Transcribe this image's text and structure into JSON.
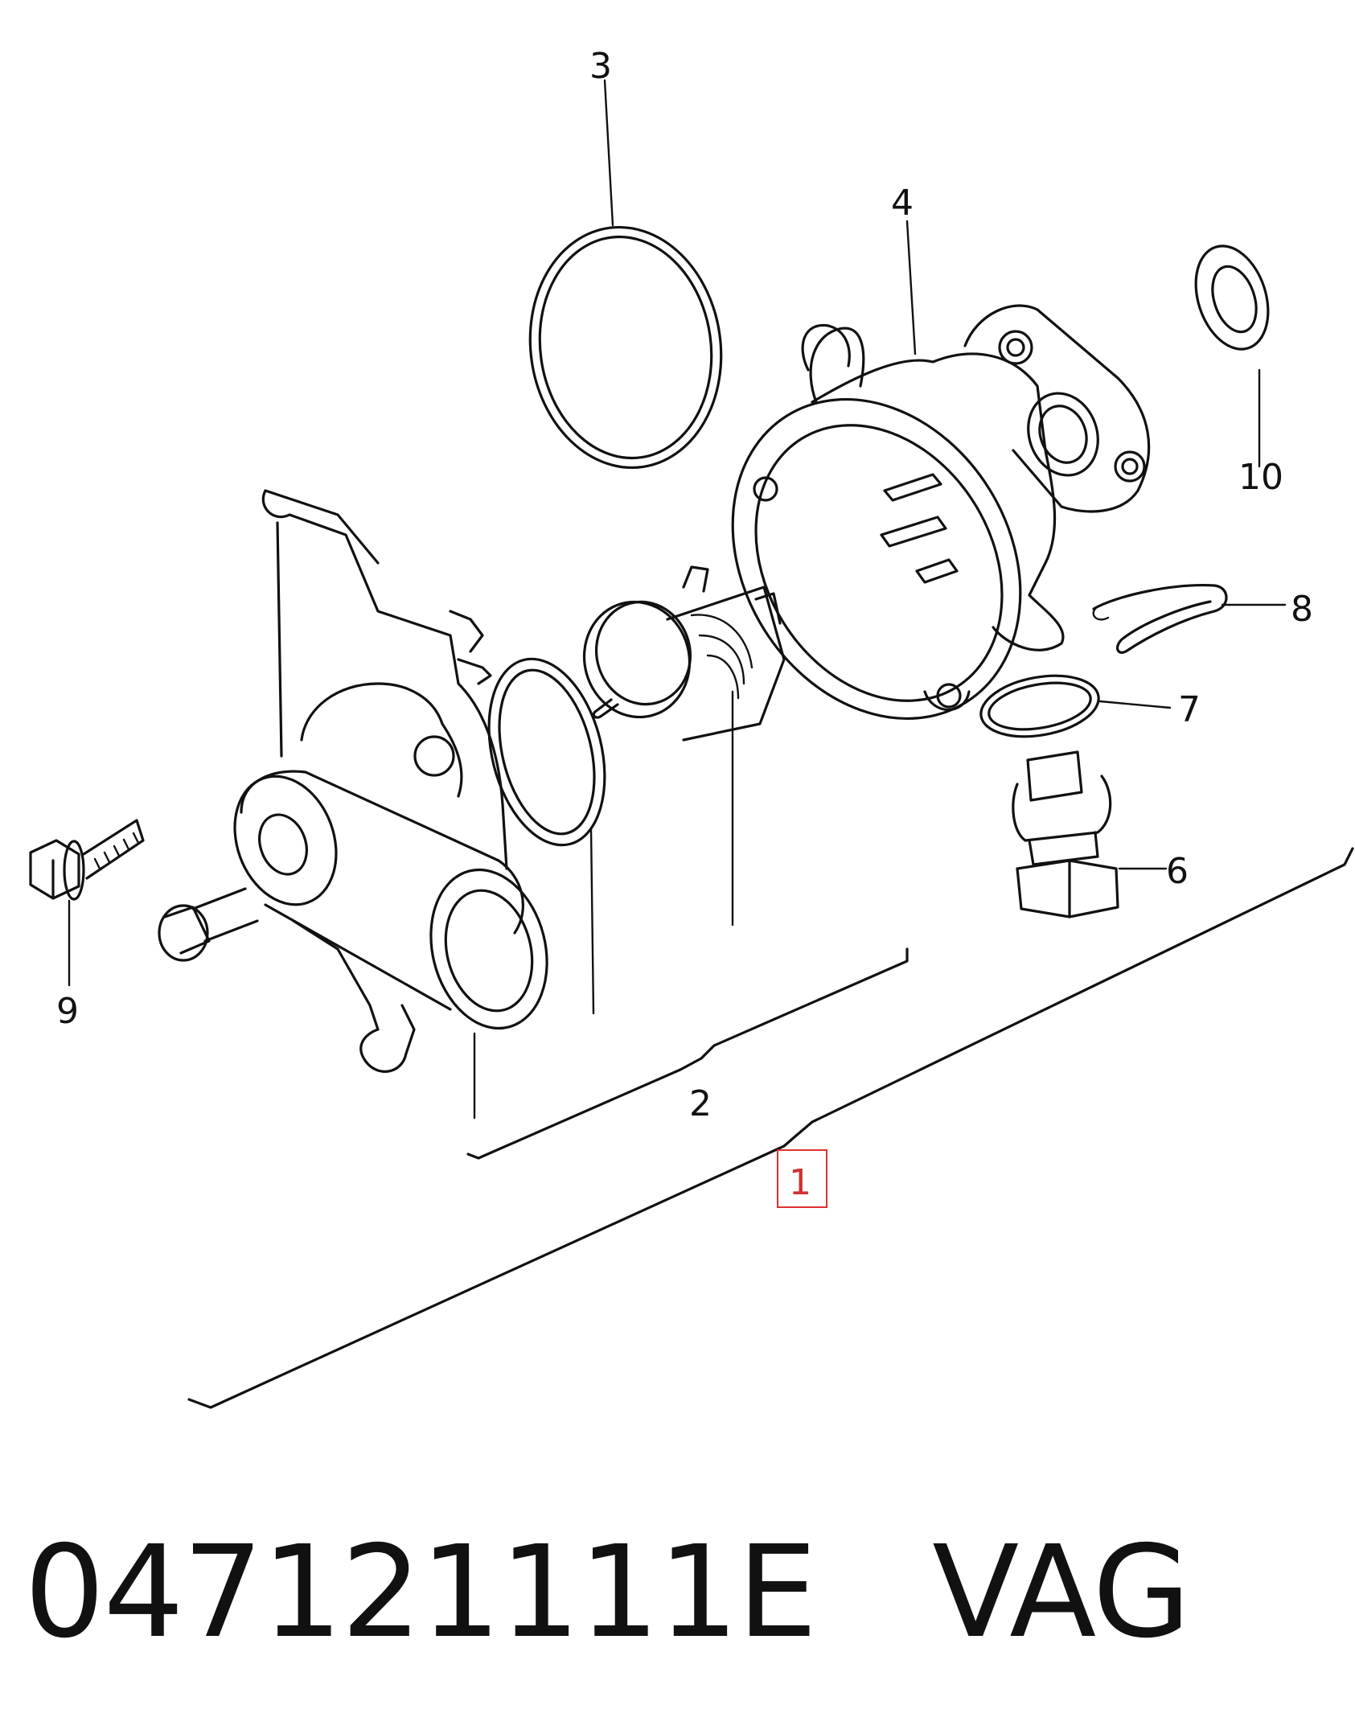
{
  "callouts": {
    "c1": "1",
    "c2": "2",
    "c3": "3",
    "c4": "4",
    "c6": "6",
    "c7": "7",
    "c8": "8",
    "c9": "9",
    "c10": "10"
  },
  "highlight_color": "#e03030",
  "caption": {
    "part_number": "047121111E",
    "brand": "VAG"
  }
}
